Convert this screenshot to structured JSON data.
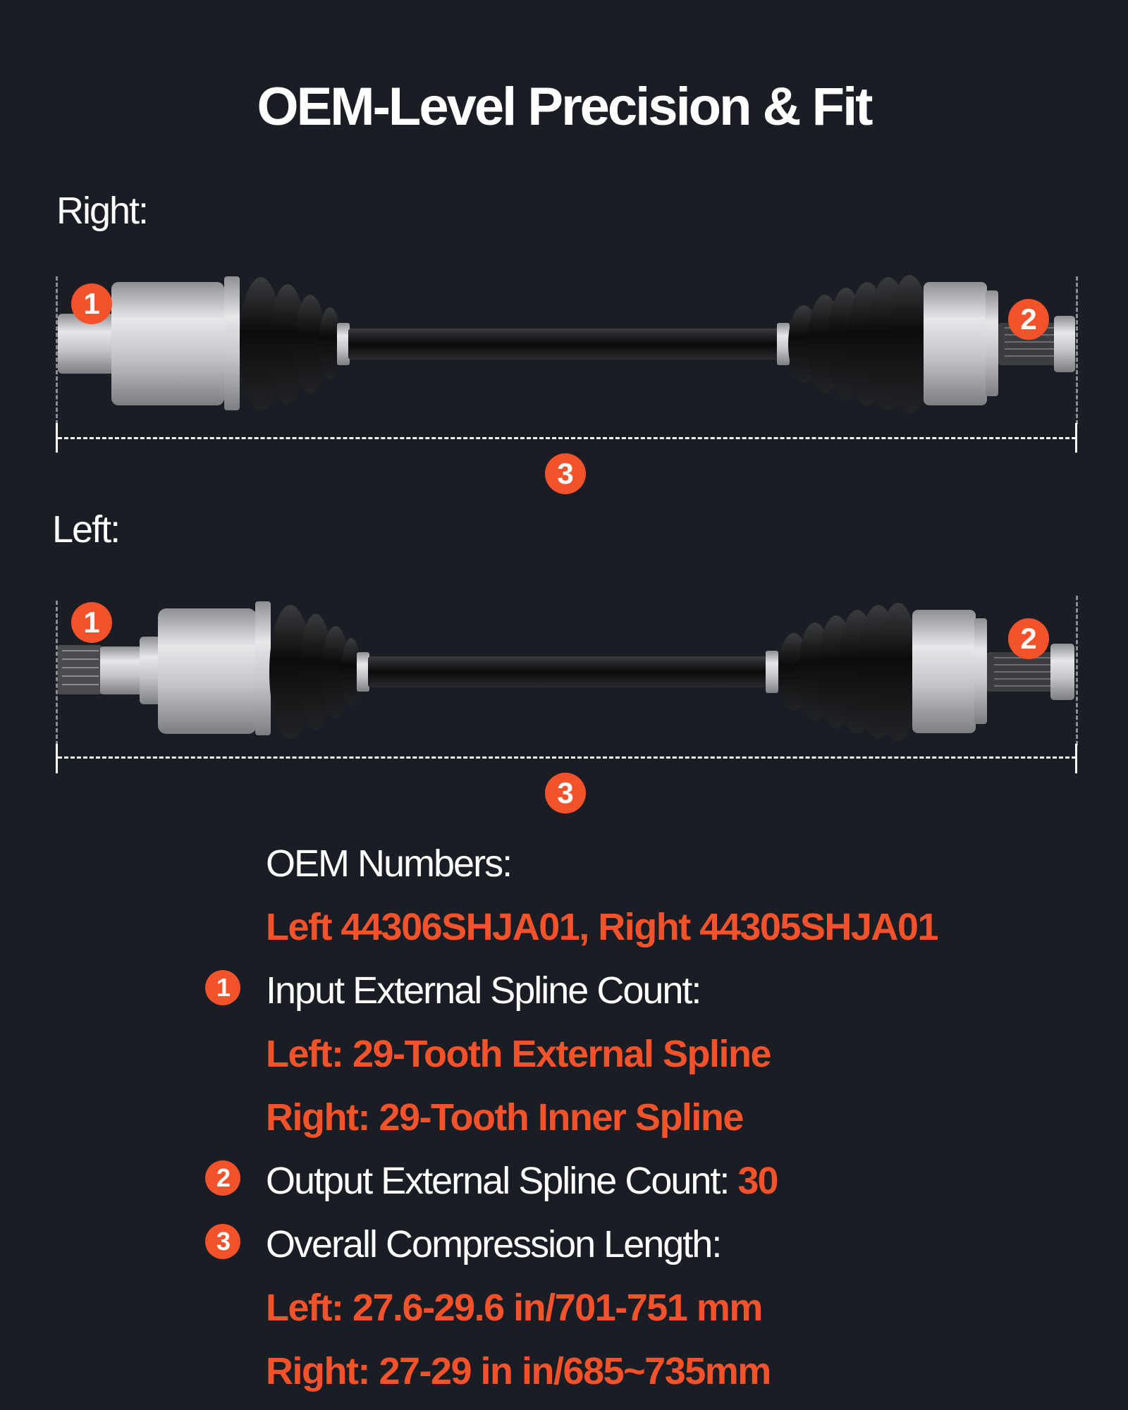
{
  "header": {
    "title": "OEM-Level Precision & Fit"
  },
  "colors": {
    "background": "#1b1d24",
    "accent": "#f4522a",
    "text": "#ffffff"
  },
  "shafts": [
    {
      "label": "Right:",
      "markers": {
        "input": "1",
        "output": "2",
        "length": "3"
      }
    },
    {
      "label": "Left:",
      "markers": {
        "input": "1",
        "output": "2",
        "length": "3"
      }
    }
  ],
  "specs": {
    "oem_heading": "OEM Numbers:",
    "oem_value": "Left 44306SHJA01, Right 44305SHJA01",
    "input": {
      "badge": "1",
      "heading": "Input External Spline Count:",
      "left": "Left: 29-Tooth External Spline",
      "right": "Right: 29-Tooth Inner Spline"
    },
    "output": {
      "badge": "2",
      "heading": "Output External Spline Count: ",
      "value": "30"
    },
    "length": {
      "badge": "3",
      "heading": "Overall Compression Length:",
      "left": "Left: 27.6-29.6 in/701-751 mm",
      "right": "Right: 27-29 in in/685~735mm"
    }
  }
}
